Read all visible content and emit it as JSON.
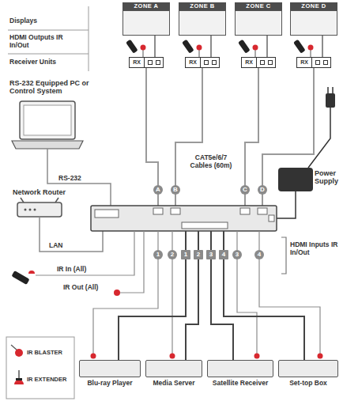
{
  "diagram": {
    "nodes": [
      {
        "text": [
          "ZONE A"
        ]
      },
      {
        "text": [
          "ZONE B"
        ]
      },
      {
        "text": [
          "ZONE C"
        ]
      },
      {
        "text": [
          "ZONE D"
        ]
      },
      {
        "text": [
          "RX"
        ]
      },
      {
        "text": [
          "RX"
        ]
      },
      {
        "text": [
          "RX"
        ]
      },
      {
        "text": [
          "RX"
        ]
      },
      {
        "text": [
          "RS-232 Equipped PC or Control System"
        ]
      },
      {
        "text": [
          "Network Router"
        ]
      },
      {
        "text": [
          "Power Supply"
        ]
      },
      {
        "text": [
          "Blu-ray Player"
        ]
      },
      {
        "text": [
          "Media Server"
        ]
      },
      {
        "text": [
          "Satellite Receiver"
        ]
      },
      {
        "text": [
          "Set-top Box"
        ]
      }
    ],
    "edges": [
      {
        "from": 4,
        "to": 0,
        "arrow": "none"
      },
      {
        "from": 5,
        "to": 1,
        "arrow": "none"
      },
      {
        "from": 6,
        "to": 2,
        "arrow": "none"
      },
      {
        "from": 7,
        "to": 3,
        "arrow": "none"
      }
    ],
    "labels": [
      "Displays",
      "HDMI Outputs IR In/Out",
      "Receiver Units",
      "RS-232",
      "LAN",
      "CAT5e/6/7 Cables (60m)",
      "A",
      "B",
      "C",
      "D",
      "IR In (All)",
      "IR Out (All)",
      "1",
      "2",
      "1",
      "2",
      "3",
      "4",
      "3",
      "4",
      "HDMI Inputs IR In/Out"
    ],
    "legend": [
      {
        "text": "IR BLASTER"
      },
      {
        "text": "IR EXTENDER"
      }
    ]
  }
}
